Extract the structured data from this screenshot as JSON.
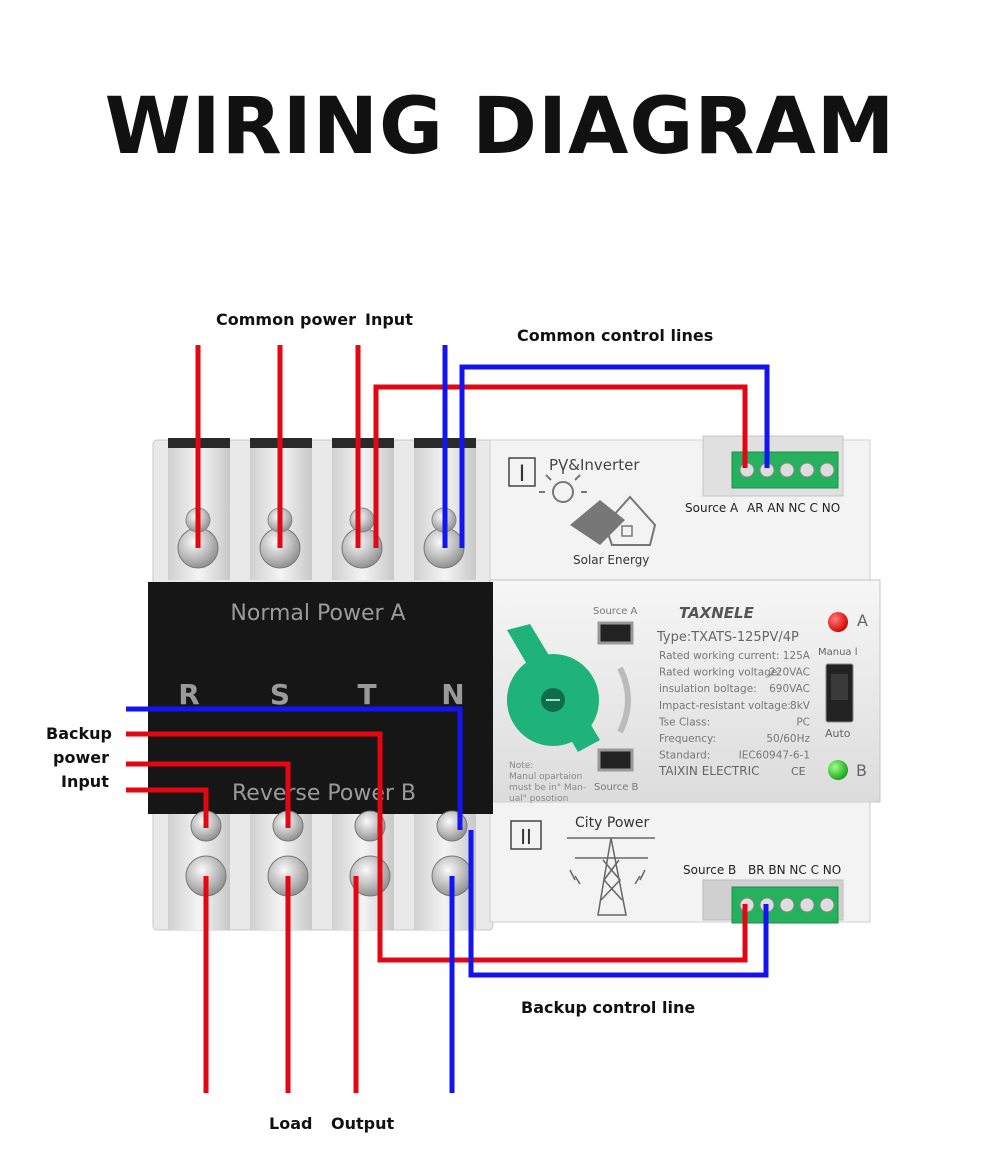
{
  "title": "WIRING DIAGRAM",
  "labels": {
    "common_power": "Common power",
    "input_top": "Input",
    "common_control_lines": "Common control lines",
    "backup": "Backup",
    "power": "power",
    "input_left": "Input",
    "backup_control_line": "Backup control line",
    "load": "Load",
    "output": "Output"
  },
  "device": {
    "upper_roman": "I",
    "lower_roman": "II",
    "pv_inverter": "PV&Inverter",
    "solar_energy": "Solar Energy",
    "city_power": "City Power",
    "source_a_term": "Source A",
    "terminals_a": "AR AN NC C NO",
    "source_b_term": "Source B",
    "terminals_b": "BR BN NC C NO",
    "normal_power": "Normal  Power  A",
    "reverse_power": "Reverse Power B",
    "phase_r": "R",
    "phase_s": "S",
    "phase_t": "T",
    "phase_n": "N",
    "window_source_a": "Source  A",
    "window_source_b": "Source  B",
    "brand": "TAXNELE",
    "type": "Type:TXATS-125PV/4P",
    "spec_rows": [
      {
        "k": "Rated working current:",
        "v": "125A"
      },
      {
        "k": "Rated working voltage:",
        "v": "220VAC"
      },
      {
        "k": "insulation boltage:",
        "v": "690VAC"
      },
      {
        "k": "Impact-resistant voltage:",
        "v": "8kV"
      },
      {
        "k": "Tse  Class:",
        "v": "PC"
      },
      {
        "k": "Frequency:",
        "v": "50/60Hz"
      },
      {
        "k": "Standard:",
        "v": "IEC60947-6-1"
      }
    ],
    "maker": "TAIXIN ELECTRIC",
    "ce": "CE",
    "note1": "Note:",
    "note2": "Manul opartaion",
    "note3": "must be in\" Man-",
    "note4": "ual\"   posotion",
    "ind_a": "A",
    "ind_b": "B",
    "manual": "Manua l",
    "auto": "Auto"
  },
  "colors": {
    "wire_red": "#e30613",
    "wire_blue": "#1414f0",
    "device_body": "#ececec",
    "black_cover": "#161616",
    "green": "#1fb37b",
    "terminal_green": "#25b15d"
  }
}
